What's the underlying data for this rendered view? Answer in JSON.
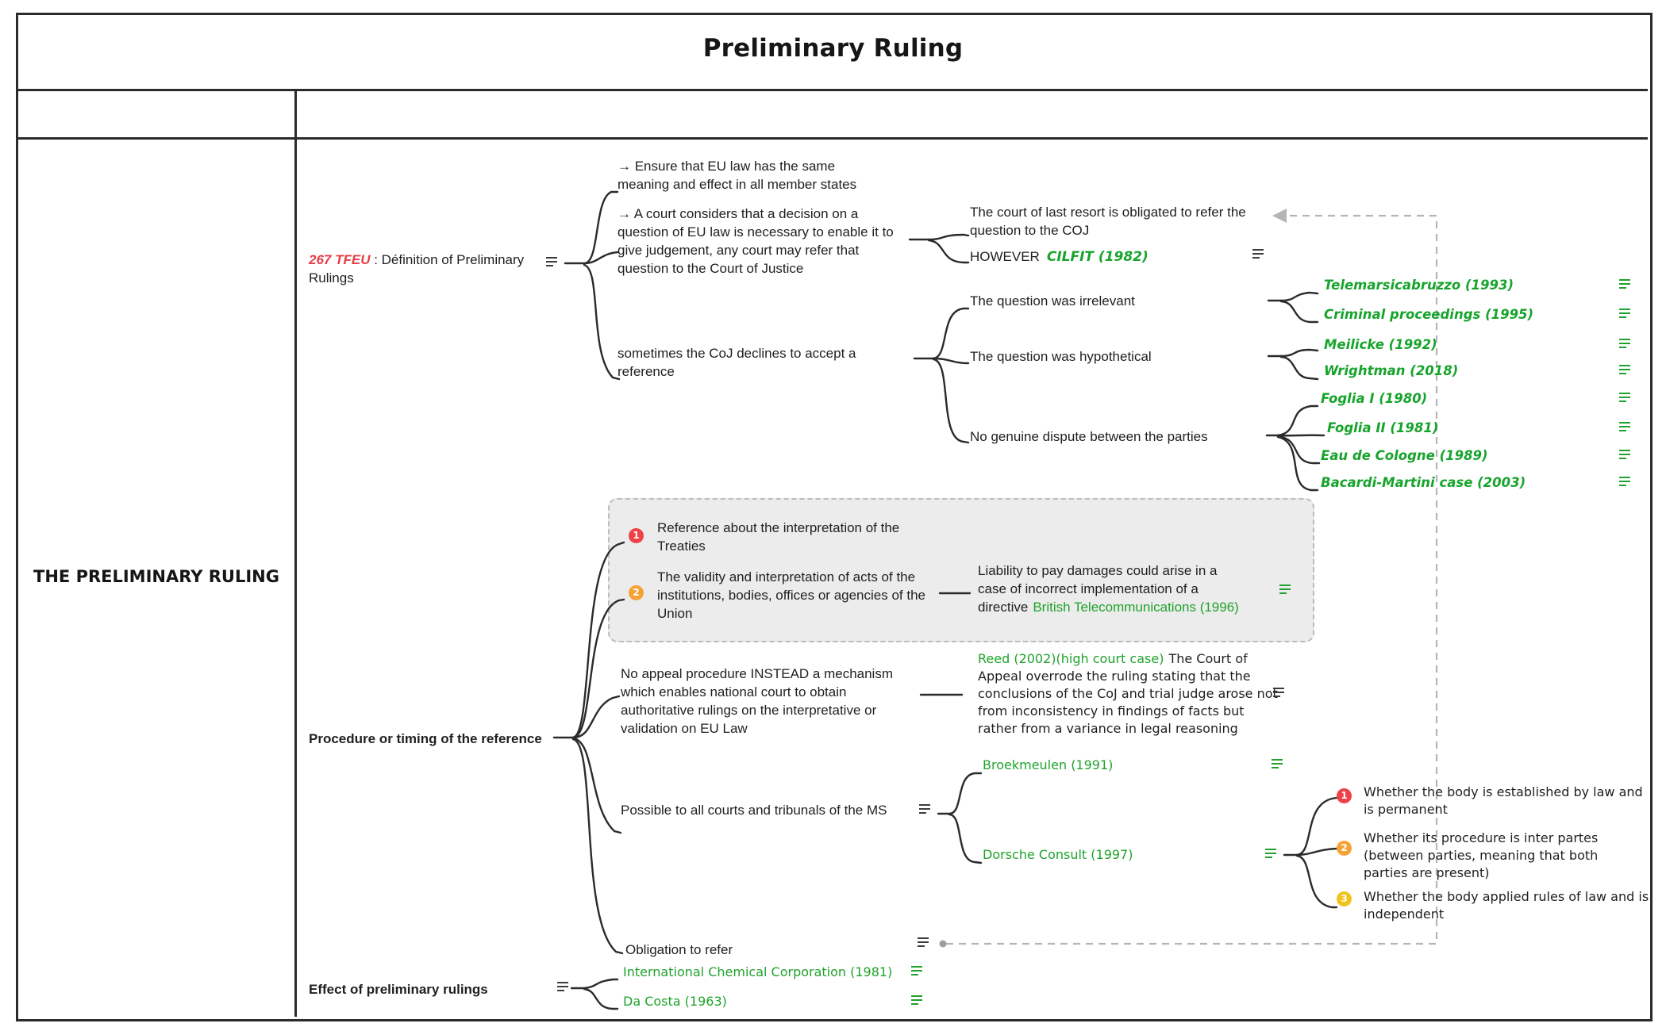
{
  "title": "Preliminary Ruling",
  "left_panel": {
    "label": "THE PRELIMINARY RULING"
  },
  "colors": {
    "case_green": "#17a42c",
    "link_green": "#1fa32b",
    "term_red": "#e73c45",
    "badge_red": "#ef4146",
    "badge_orange": "#f6a335",
    "badge_yellow": "#f2c21d",
    "wire_black": "#2b2b2b",
    "dashed_gray": "#b5b5b5"
  },
  "badges": {
    "one": "1",
    "two": "2",
    "three": "3"
  },
  "map": {
    "tfeu_term": "267 TFEU",
    "tfeu_rest": " : Définition of Preliminary Rulings",
    "ensure": "→  Ensure that EU law has the same meaning and effect in all member states",
    "a_court": "→ A court considers that a decision on a question of EU law is necessary to enable it to give judgement, any court may refer that question to the Court of Justice",
    "last_resort": "The court of last resort is obligated to refer the question to the COJ",
    "however": "HOWEVER",
    "cilfit": "CILFIT (1982)",
    "declines": "sometimes the CoJ declines to accept a reference",
    "q_irrelevant": "The question was irrelevant",
    "q_hypothetical": "The question was hypothetical",
    "q_no_dispute": "No genuine dispute between the parties",
    "case_telemarsicabruzzo": "Telemarsicabruzzo (1993)",
    "case_criminal": "Criminal proceedings (1995)",
    "case_meilicke": "Meilicke (1992)",
    "case_wrightman": "Wrightman (2018)",
    "case_foglia1": "Foglia I (1980)",
    "case_foglia2": "Foglia II (1981)",
    "case_eau": "Eau de Cologne (1989)",
    "case_bacardi": "Bacardi-Martini case (2003)",
    "box_item1": "Reference about the interpretation of the Treaties",
    "box_item2": "The validity and interpretation of acts of the institutions, bodies, offices or agencies of the Union",
    "liability_text": "Liability to pay damages could arise in a case of incorrect implementation of a directive",
    "liability_case": "British Telecommunications (1996)",
    "procedure": "Procedure or timing of the reference",
    "no_appeal": "No appeal procedure INSTEAD a mechanism which enables national court to obtain authoritative rulings on the interpretative or validation on EU Law",
    "reed_case": "Reed (2002)(high court case)",
    "reed_text": "The Court of Appeal overrode the ruling stating that the conclusions of the CoJ and trial judge arose not from inconsistency in findings of facts but rather from a variance in legal reasoning",
    "possible": "Possible to all courts and tribunals of the MS",
    "broekmeulen": "Broekmeulen (1991)",
    "dorsche": "Dorsche Consult (1997)",
    "whether1": "Whether the body is established by law and is permanent",
    "whether2": "Whether its procedure is inter partes (between parties, meaning that both parties are present)",
    "whether3": "Whether the body applied rules of law and is independent",
    "obligation": "Obligation to refer",
    "effect": "Effect of preliminary rulings",
    "icc": "International Chemical Corporation (1981)",
    "dacosta": "Da Costa (1963)"
  }
}
